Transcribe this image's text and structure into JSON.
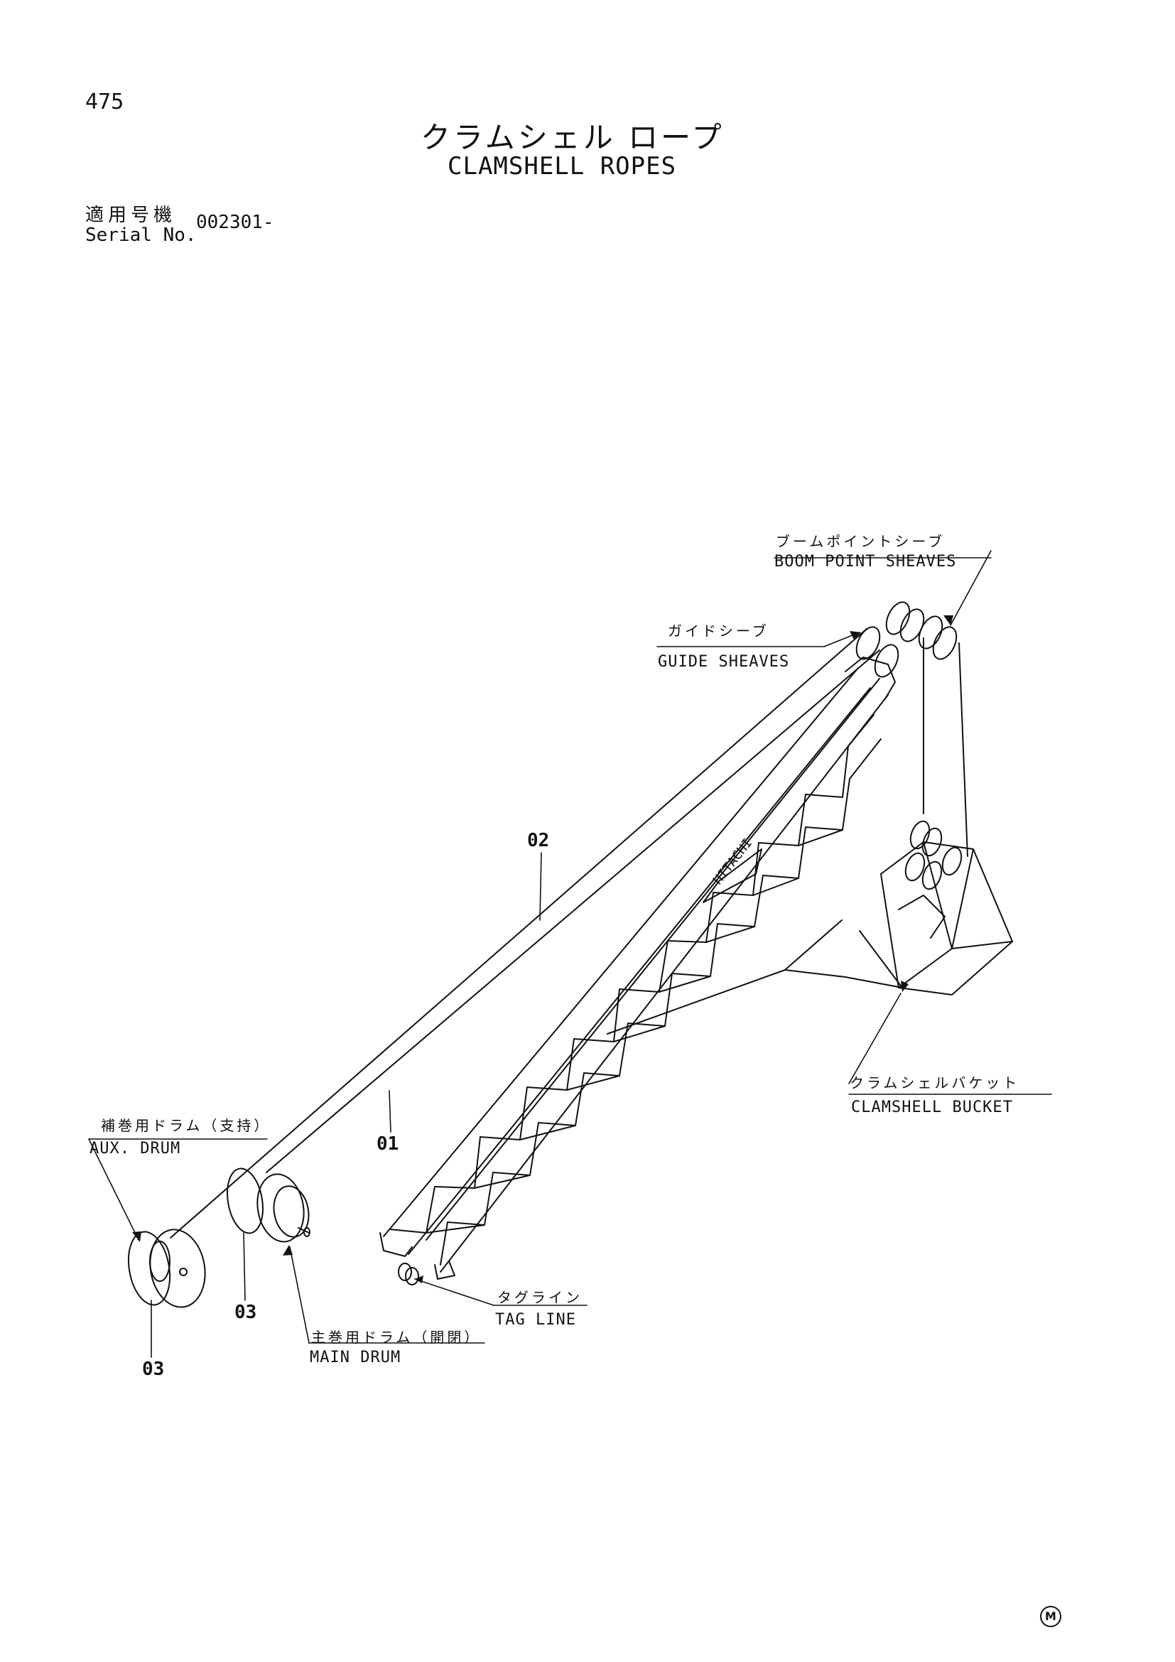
{
  "header": {
    "page_number": "475",
    "title_jp": "クラムシェル ロープ",
    "title_en": "CLAMSHELL ROPES",
    "serial_label_jp": "適用号機",
    "serial_label_en": "Serial No.",
    "serial_value": "002301-"
  },
  "labels": {
    "boom_point_sheaves_jp": "ブームポイントシーブ",
    "boom_point_sheaves_en": "BOOM POINT SHEAVES",
    "guide_sheaves_jp": "ガイドシーブ",
    "guide_sheaves_en": "GUIDE SHEAVES",
    "clamshell_bucket_jp": "クラムシェルバケット",
    "clamshell_bucket_en": "CLAMSHELL BUCKET",
    "aux_drum_jp": "補巻用ドラム（支持）",
    "aux_drum_en": "AUX. DRUM",
    "main_drum_jp": "主巻用ドラム（開閉）",
    "main_drum_en": "MAIN DRUM",
    "tag_line_jp": "タグライン",
    "tag_line_en": "TAG LINE",
    "boom_brand": "HITACHI"
  },
  "part_numbers": {
    "rope_02": "02",
    "rope_01": "01",
    "drum_03_main": "03",
    "drum_03_aux": "03"
  },
  "footer": {
    "mark": "M"
  }
}
